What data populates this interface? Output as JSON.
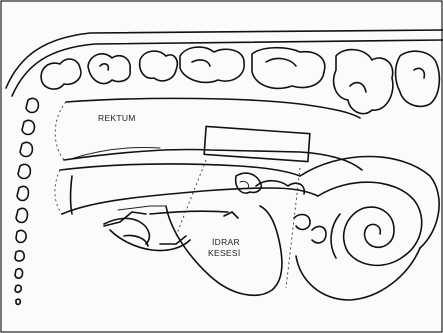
{
  "labels": {
    "rectum": "REKTUM",
    "bladder_line1": "İDRAR",
    "bladder_line2": "KESESİ"
  }
}
